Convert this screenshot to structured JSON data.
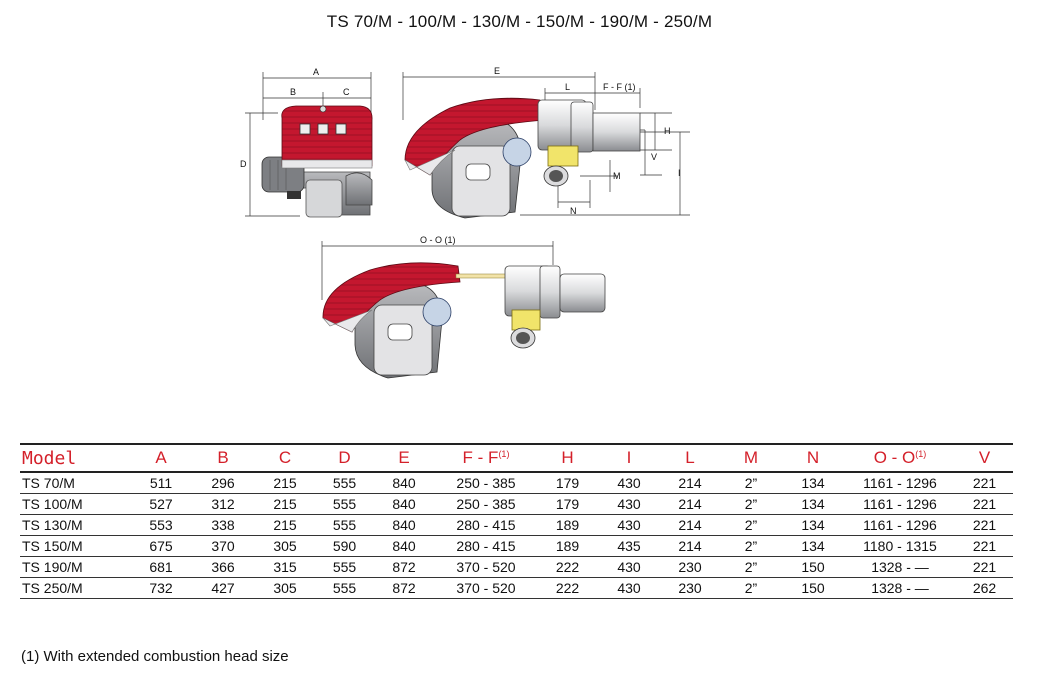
{
  "title": "TS 70/M - 100/M - 130/M - 150/M - 190/M - 250/M",
  "diagram_labels": {
    "A": "A",
    "B": "B",
    "C": "C",
    "D": "D",
    "E": "E",
    "L": "L",
    "FF": "F - F (1)",
    "H": "H",
    "V": "V",
    "M": "M",
    "I": "I",
    "N": "N",
    "OO": "O - O (1)"
  },
  "table": {
    "headers": [
      "Model",
      "A",
      "B",
      "C",
      "D",
      "E",
      "F - F",
      "H",
      "I",
      "L",
      "M",
      "N",
      "O - O",
      "V"
    ],
    "header_note_mark": "(1)",
    "rows": [
      [
        "TS 70/M",
        "511",
        "296",
        "215",
        "555",
        "840",
        "250 - 385",
        "179",
        "430",
        "214",
        "2”",
        "134",
        "1161 - 1296",
        "221"
      ],
      [
        "TS 100/M",
        "527",
        "312",
        "215",
        "555",
        "840",
        "250 - 385",
        "179",
        "430",
        "214",
        "2”",
        "134",
        "1161 - 1296",
        "221"
      ],
      [
        "TS 130/M",
        "553",
        "338",
        "215",
        "555",
        "840",
        "280 - 415",
        "189",
        "430",
        "214",
        "2”",
        "134",
        "1161 - 1296",
        "221"
      ],
      [
        "TS 150/M",
        "675",
        "370",
        "305",
        "590",
        "840",
        "280 - 415",
        "189",
        "435",
        "214",
        "2”",
        "134",
        "1180 - 1315",
        "221"
      ],
      [
        "TS 190/M",
        "681",
        "366",
        "315",
        "555",
        "872",
        "370 - 520",
        "222",
        "430",
        "230",
        "2”",
        "150",
        "1328 - —",
        "221"
      ],
      [
        "TS 250/M",
        "732",
        "427",
        "305",
        "555",
        "872",
        "370 - 520",
        "222",
        "430",
        "230",
        "2”",
        "150",
        "1328 - —",
        "262"
      ]
    ]
  },
  "footnote": "(1) With extended combustion head size",
  "colors": {
    "header_red": "#d4202a",
    "burner_red": "#c4172f",
    "body_gray": "#8d8f93"
  }
}
